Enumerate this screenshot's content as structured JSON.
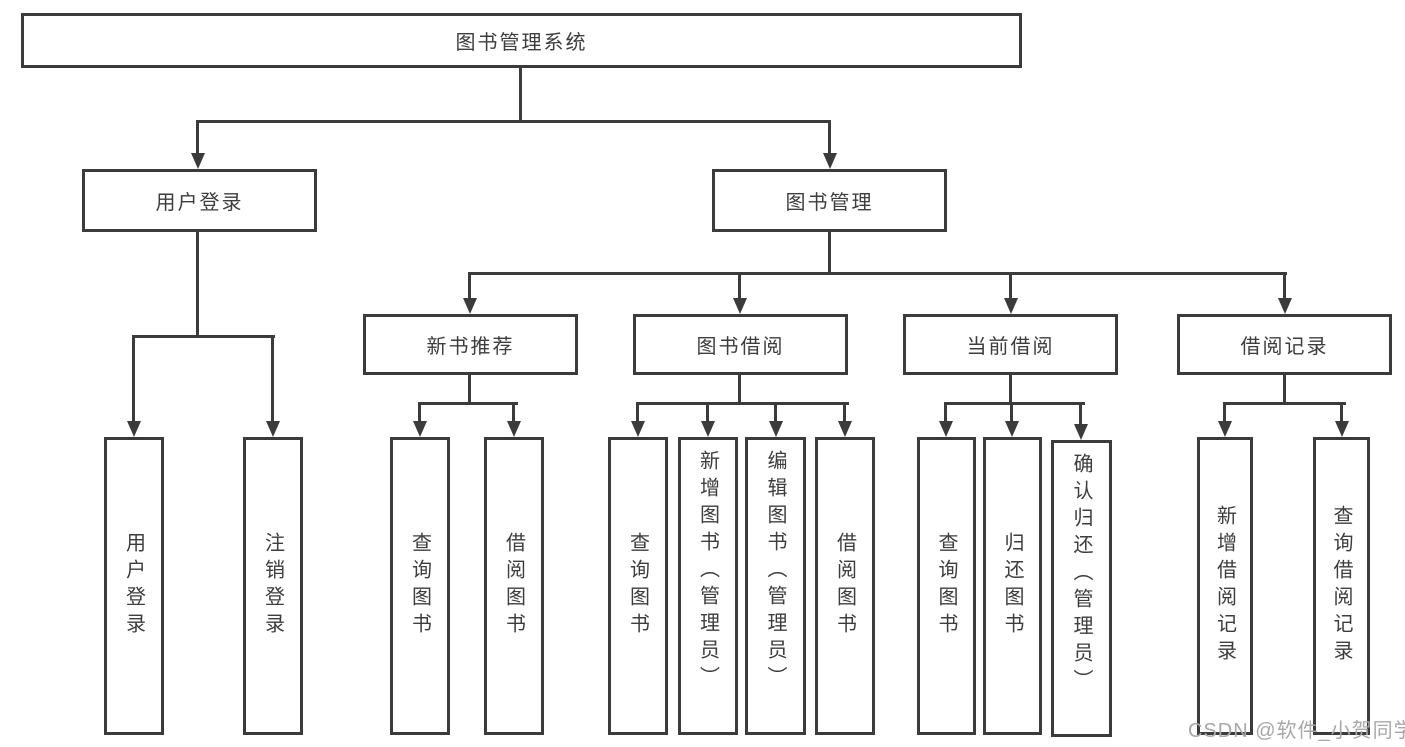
{
  "colors": {
    "line": "#3b3b3b",
    "text": "#3d3d3d",
    "watermark": "#a8a8a8",
    "box_background": "#ffffff"
  },
  "diagram": {
    "title": "图书管理系统",
    "root": "图书管理系统",
    "level2": [
      "用户登录",
      "图书管理"
    ],
    "level3": [
      "新书推荐",
      "图书借阅",
      "当前借阅",
      "借阅记录"
    ],
    "leaves": [
      "用户登录",
      "注销登录",
      "查询图书",
      "借阅图书",
      "查询图书",
      "新增图书（管理员）",
      "编辑图书（管理员）",
      "借阅图书",
      "查询图书",
      "归还图书",
      "确认归还（管理员）",
      "新增借阅记录",
      "查询借阅记录"
    ]
  },
  "watermark": "CSDN @软件_小贺同学"
}
